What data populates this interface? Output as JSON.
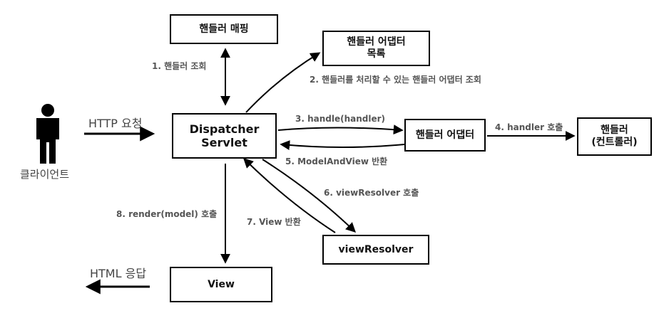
{
  "nodes": {
    "handler_mapping": "핸들러 매핑",
    "adapter_list_line1": "핸들러 어댑터",
    "adapter_list_line2": "목록",
    "dispatcher_line1": "Dispatcher",
    "dispatcher_line2": "Servlet",
    "handler_adapter": "핸들러 어댑터",
    "handler_line1": "핸들러",
    "handler_line2": "(컨트롤러)",
    "view_resolver": "viewResolver",
    "view": "View"
  },
  "client": {
    "label": "클라이언트"
  },
  "labels": {
    "http_request": "HTTP 요청",
    "html_response": "HTML 응답",
    "step1": "1. 핸들러 조회",
    "step2": "2. 핸들러를 처리할 수 있는 핸들러 어댑터 조회",
    "step3": "3. handle(handler)",
    "step4": "4. handler 호출",
    "step5": "5. ModelAndView 반환",
    "step6": "6. viewResolver 호출",
    "step7": "7. View 반환",
    "step8": "8. render(model) 호출"
  }
}
